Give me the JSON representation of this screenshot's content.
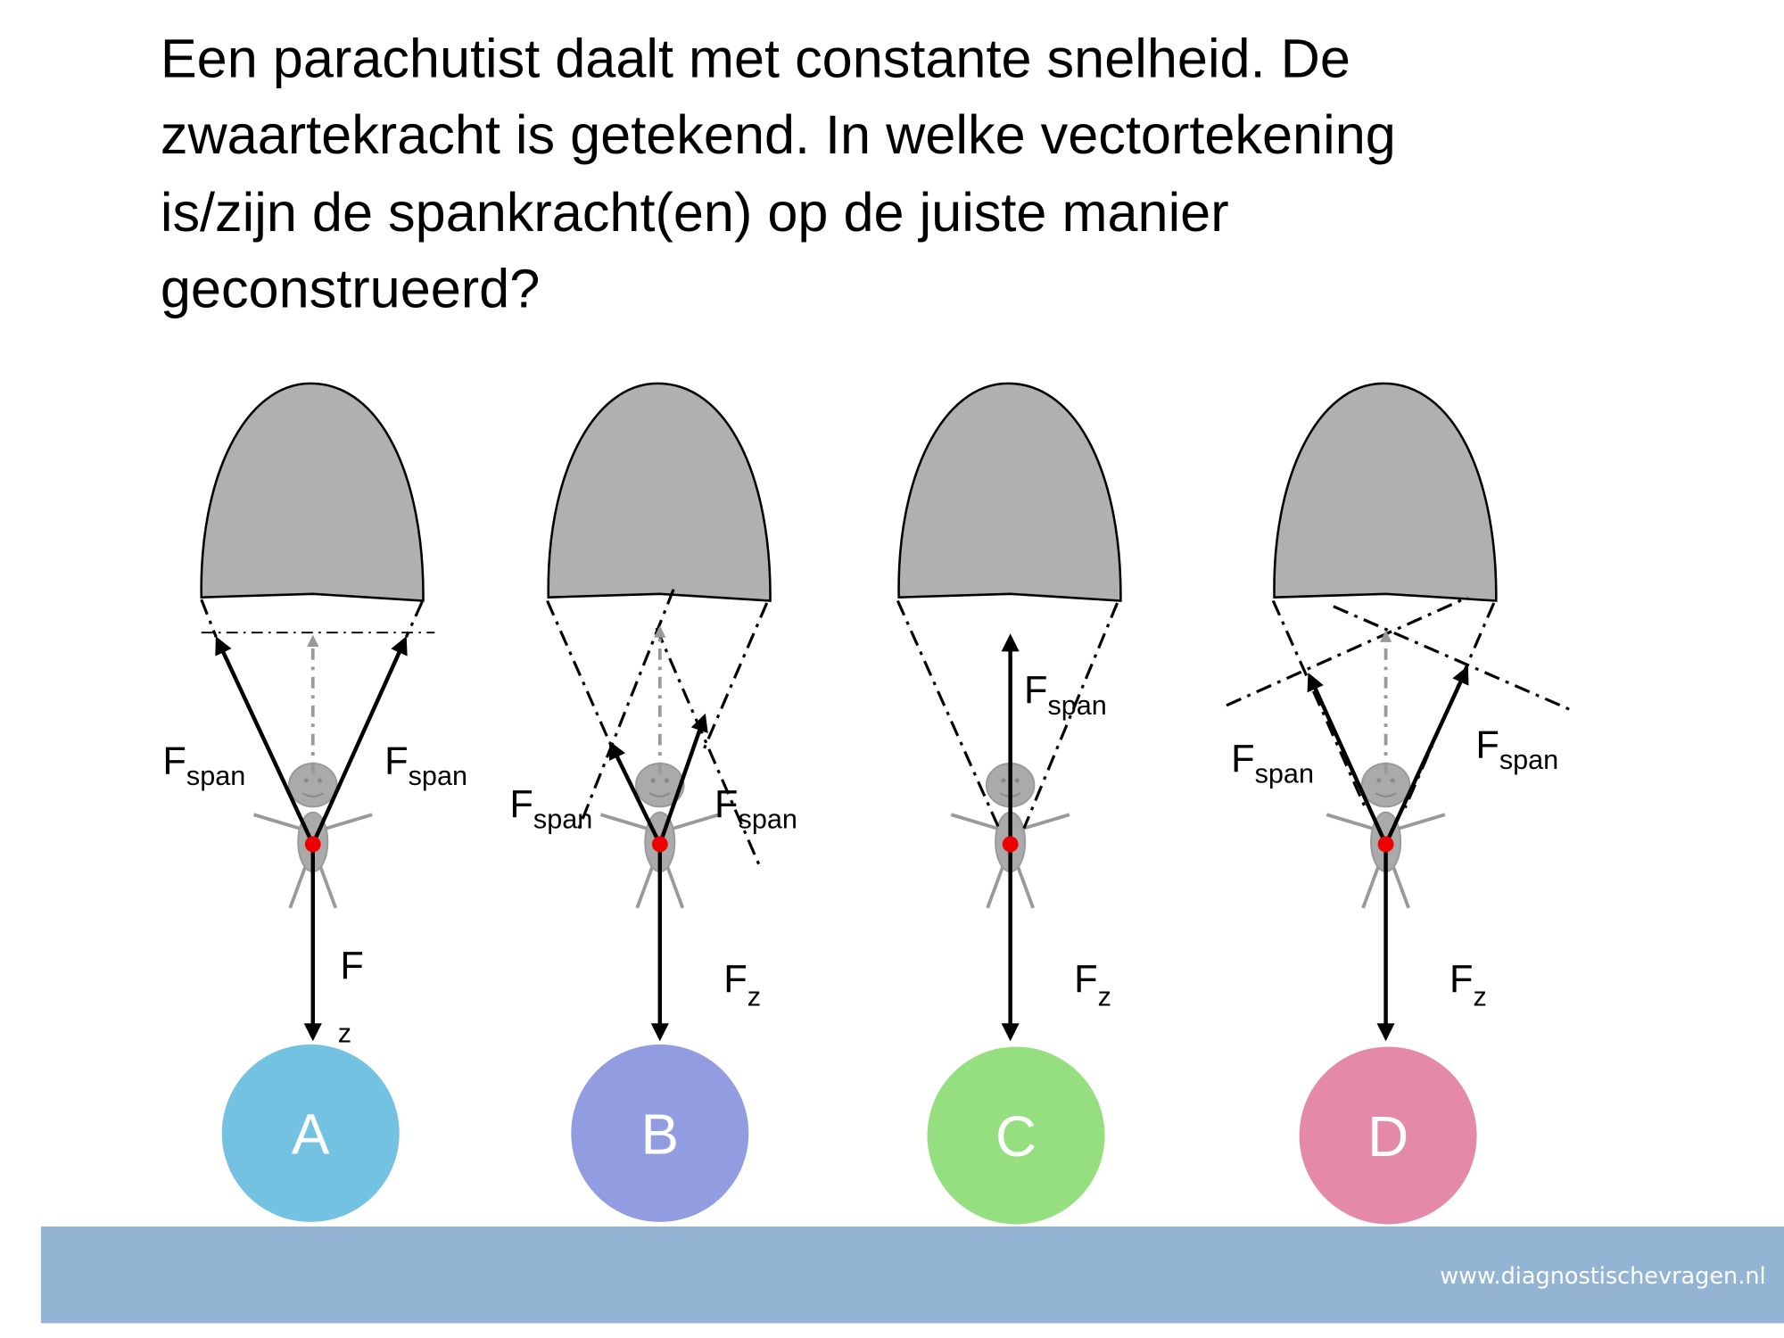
{
  "question": {
    "lines": [
      "Een parachutist daalt met constante snelheid. De",
      "zwaartekracht is getekend. In welke vectortekening",
      "is/zijn de spankracht(en) op de juiste manier",
      "geconstrueerd?"
    ]
  },
  "labels": {
    "F": "F",
    "span": "span",
    "z": "z"
  },
  "options": [
    {
      "letter": "A",
      "color": "#73c2e1"
    },
    {
      "letter": "B",
      "color": "#929de1"
    },
    {
      "letter": "C",
      "color": "#95df80"
    },
    {
      "letter": "D",
      "color": "#e48aa8"
    }
  ],
  "footer": {
    "url": "www.diagnostischevragen.nl",
    "color": "#93b4d2"
  }
}
